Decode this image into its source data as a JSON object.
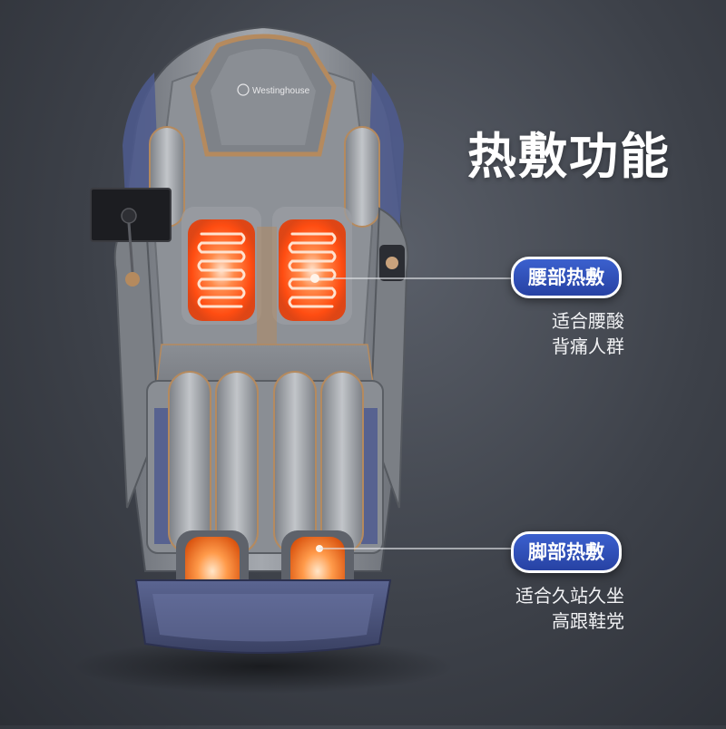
{
  "heading": "热敷功能",
  "brand": "Westinghouse",
  "callouts": {
    "lumbar": {
      "label": "腰部热敷",
      "desc_line1": "适合腰酸",
      "desc_line2": "背痛人群"
    },
    "foot": {
      "label": "脚部热敷",
      "desc_line1": "适合久站久坐",
      "desc_line2": "高跟鞋党"
    }
  },
  "colors": {
    "background": "#3d4149",
    "badge": "#2f4fba",
    "heat_glow": "#ff5a1f",
    "heat_coil": "#ffd0b0",
    "chair_body": "#8c9096",
    "bronze_trim": "#b58a5e",
    "base_blue": "#4f5a86"
  }
}
